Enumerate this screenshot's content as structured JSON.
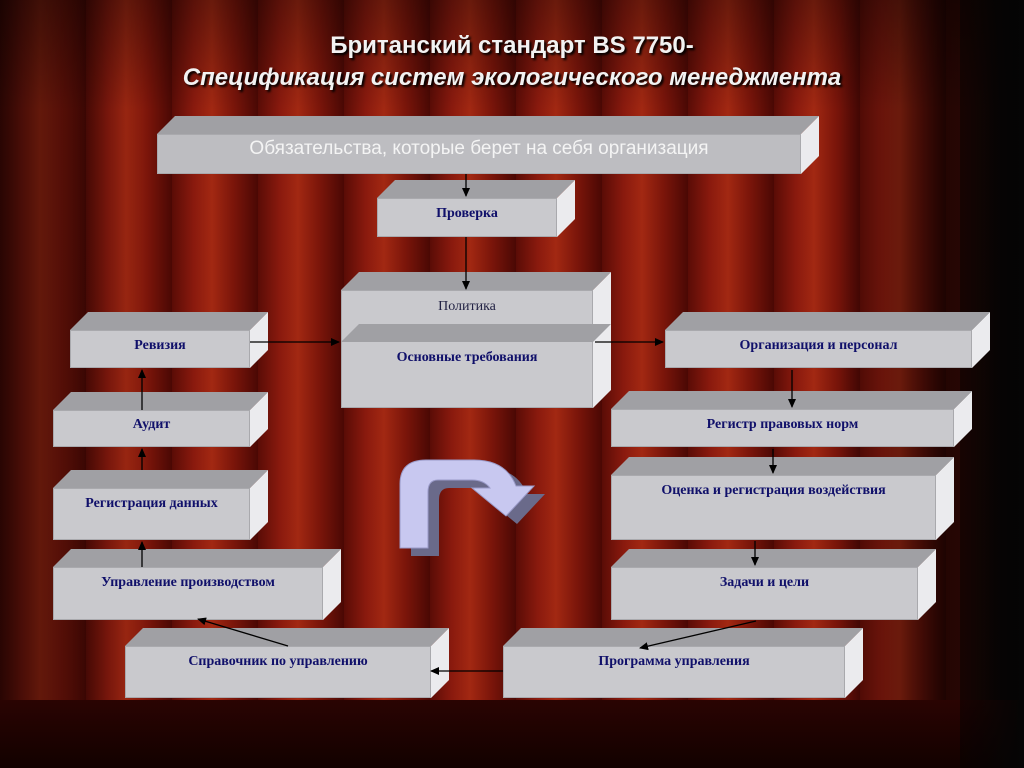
{
  "title_line1": "Британский стандарт BS 7750-",
  "title_line2": "Спецификация систем экологического менеджмента",
  "boxes": {
    "commitments": "Обязательства, которые берет на себя организация",
    "check": "Проверка",
    "policy": "Политика",
    "basic_requirements": "Основные требования",
    "revision": "Ревизия",
    "audit": "Аудит",
    "data_registration": "Регистрация данных",
    "production_management": "Управление производством",
    "management_handbook": "Справочник по управлению",
    "organization_personnel": "Организация и персонал",
    "legal_register": "Регистр правовых норм",
    "impact_assessment": "Оценка и регистрация воздействия",
    "goals_objectives": "Задачи и цели",
    "management_program": "Программа управления"
  },
  "colors": {
    "box_face": "#c9c9cd",
    "box_top": "#a0a0a4",
    "box_side": "#ebebee",
    "label_text": "#10106a",
    "curtain": "#8a1a0e",
    "cycle_arrow": "#c8c8f0"
  },
  "icons": {
    "cycle_arrow": "u-turn-arrow-icon"
  }
}
